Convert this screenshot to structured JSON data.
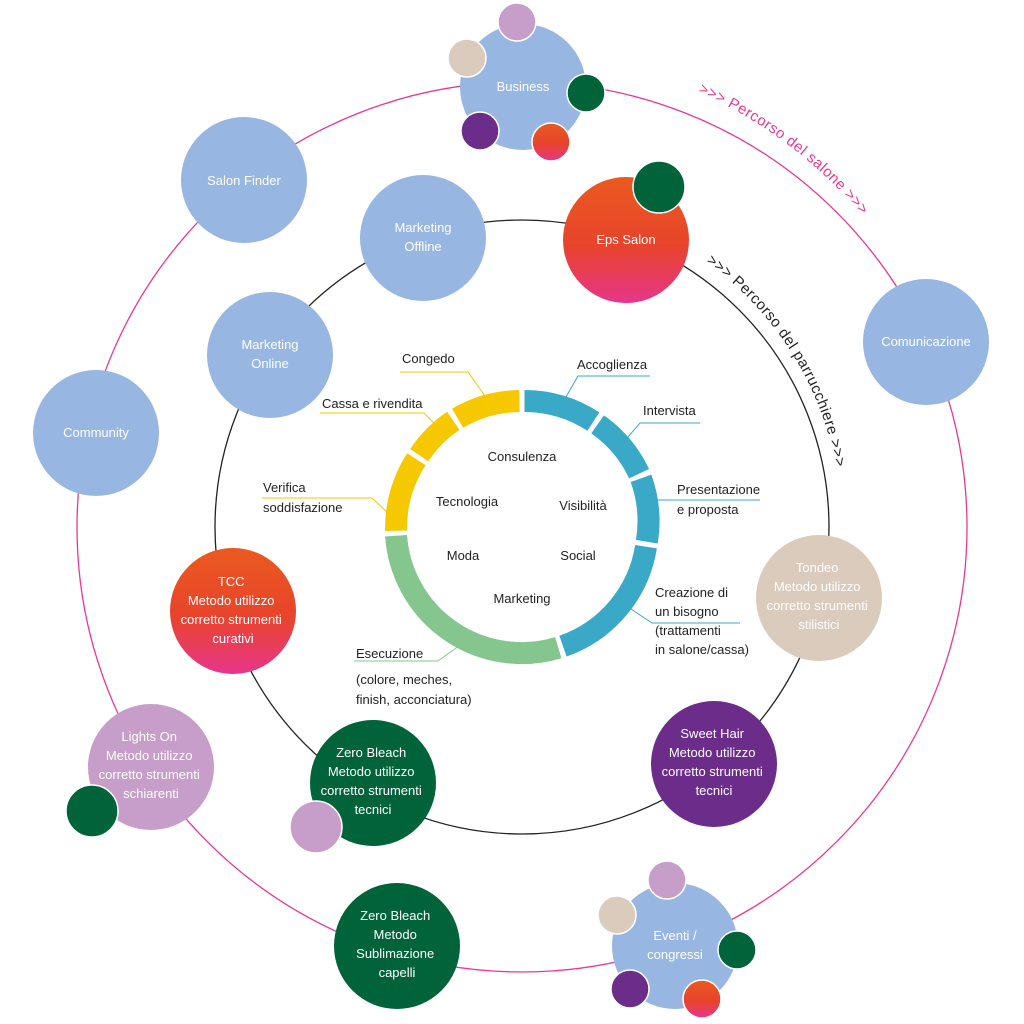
{
  "colors": {
    "blue": "#97b6e1",
    "red_start": "#ea5a1f",
    "red_end": "#e7358b",
    "dark_green": "#00633a",
    "purple": "#6b2c8a",
    "lilac": "#c79ec9",
    "beige": "#dacbbd",
    "pink_line": "#e8398f",
    "dark_line": "#222222",
    "ring_yellow": "#f5c800",
    "ring_green": "#85c68f",
    "ring_blue": "#3aa9c8",
    "text_dark": "#222222",
    "text_white": "#ffffff"
  },
  "arc_labels": {
    "outer": ">>> Percorso del salone >>>",
    "inner": ">>> Percorso del parrucchiere >>>"
  },
  "outer_nodes": {
    "business": "Business",
    "salon_finder": "Salon Finder",
    "comunicazione": "Comunicazione",
    "community": "Community",
    "lights_on": [
      "Lights On",
      "Metodo utilizzo",
      "corretto strumenti",
      "schiarenti"
    ],
    "zero_bleach_sub": [
      "Zero Bleach",
      "Metodo",
      "Sublimazione",
      "capelli"
    ],
    "eventi": [
      "Eventi /",
      "congressi"
    ]
  },
  "inner_nodes": {
    "marketing_offline": [
      "Marketing",
      "Offline"
    ],
    "eps_salon": "Eps Salon",
    "marketing_online": [
      "Marketing",
      "Online"
    ],
    "tondeo": [
      "Tondeo",
      "Metodo utilizzo",
      "corretto strumenti",
      "stilistici"
    ],
    "tcc": [
      "TCC",
      "Metodo utilizzo",
      "corretto strumenti",
      "curativi"
    ],
    "sweet_hair": [
      "Sweet Hair",
      "Metodo utilizzo",
      "corretto strumenti",
      "tecnici"
    ],
    "zero_bleach_tec": [
      "Zero Bleach",
      "Metodo utilizzo",
      "corretto strumenti",
      "tecnici"
    ]
  },
  "ring_steps": {
    "congedo": [
      "Congedo"
    ],
    "accoglienza": [
      "Accoglienza"
    ],
    "cassa": [
      "Cassa e rivendita"
    ],
    "intervista": [
      "Intervista"
    ],
    "verifica": [
      "Verifica",
      "soddisfazione"
    ],
    "presentazione": [
      "Presentazione",
      "e proposta"
    ],
    "creazione": [
      "Creazione di",
      "un bisogno",
      "(trattamenti",
      "in salone/cassa)"
    ],
    "esecuzione": [
      "Esecuzione"
    ],
    "esecuzione_detail": [
      "(colore, meches,",
      "finish, acconciatura)"
    ]
  },
  "center_words": {
    "consulenza": "Consulenza",
    "tecnologia": "Tecnologia",
    "visibilita": "Visibilità",
    "moda": "Moda",
    "social": "Social",
    "marketing": "Marketing"
  }
}
